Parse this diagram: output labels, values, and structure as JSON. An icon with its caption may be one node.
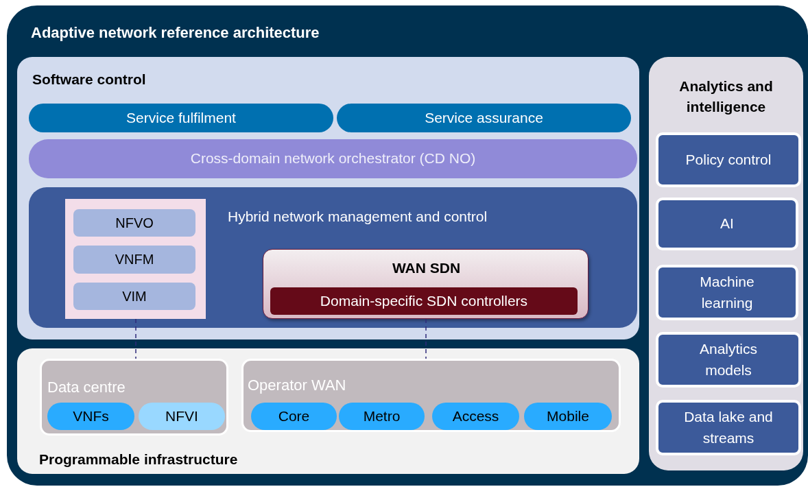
{
  "diagram": {
    "nodes": [
      {
        "text": [
          "Adaptive network reference architecture"
        ]
      },
      {
        "text": [
          "Software control"
        ],
        "in": 0
      },
      {
        "text": [
          "Service fulfilment"
        ],
        "in": 1
      },
      {
        "text": [
          "Service assurance"
        ],
        "in": 1
      },
      {
        "text": [
          "Cross-domain network orchestrator (CD NO)"
        ],
        "in": 1
      },
      {
        "text": [
          "Hybrid network management and control"
        ],
        "in": 1
      },
      {
        "text": [],
        "shape": "box",
        "in": 5
      },
      {
        "text": [
          "NFVO"
        ],
        "in": 6
      },
      {
        "text": [
          "VNFM"
        ],
        "in": 6
      },
      {
        "text": [
          "VIM"
        ],
        "in": 6
      },
      {
        "text": [
          "WAN SDN"
        ],
        "in": 5
      },
      {
        "text": [
          "Domain-specific SDN controllers"
        ],
        "in": 10
      },
      {
        "text": [
          "Programmable infrastructure"
        ],
        "in": 0
      },
      {
        "text": [
          "Data centre"
        ],
        "in": 12
      },
      {
        "text": [
          "VNFs"
        ],
        "in": 13
      },
      {
        "text": [
          "NFVI"
        ],
        "in": 13
      },
      {
        "text": [
          "Operator WAN"
        ],
        "in": 12
      },
      {
        "text": [
          "Core"
        ],
        "in": 16
      },
      {
        "text": [
          "Metro"
        ],
        "in": 16
      },
      {
        "text": [
          "Access"
        ],
        "in": 16
      },
      {
        "text": [
          "Mobile"
        ],
        "in": 16
      },
      {
        "text": [
          "Analytics and intelligence"
        ],
        "in": 0
      },
      {
        "text": [
          "Policy control"
        ],
        "in": 21
      },
      {
        "text": [
          "AI"
        ],
        "in": 21
      },
      {
        "text": [
          "Machine learning"
        ],
        "in": 21
      },
      {
        "text": [
          "Analytics models"
        ],
        "in": 21
      },
      {
        "text": [
          "Data lake and streams"
        ],
        "in": 21
      }
    ],
    "edges": [
      {
        "from": 6,
        "to": 13,
        "arrow": "none",
        "style": "dashed"
      },
      {
        "from": 10,
        "to": 16,
        "arrow": "none",
        "style": "dashed"
      }
    ]
  }
}
